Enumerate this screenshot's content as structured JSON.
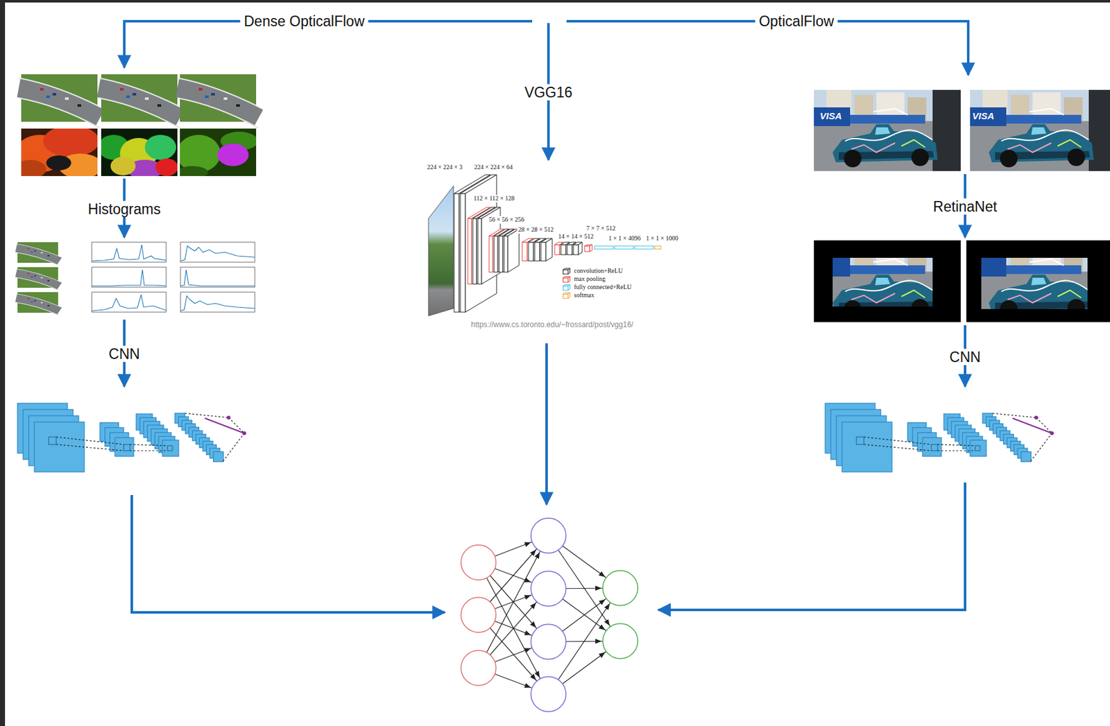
{
  "diagram": {
    "labels": [
      "Dense OpticalFlow",
      "VGG16",
      "OpticalFlow",
      "Histograms",
      "CNN",
      "RetinaNet",
      "CNN",
      "224 × 224 × 3",
      "224 × 224 × 64",
      "112 × 112 × 128",
      "56 × 56 × 256",
      "28 × 28 × 512",
      "14 × 14 × 512",
      "7 × 7 × 512",
      "1 × 1 × 4096",
      "1 × 1 × 1000",
      "https://www.cs.toronto.edu/~frossard/post/vgg16/",
      "VISA",
      "VISA"
    ],
    "legend": [
      {
        "text": "convolution+ReLU",
        "color": "#222222"
      },
      {
        "text": "max pooling",
        "color": "#e0403a"
      },
      {
        "text": "fully connected+ReLU",
        "color": "#35c0e0"
      },
      {
        "text": "softmax",
        "color": "#f0a030"
      }
    ]
  }
}
